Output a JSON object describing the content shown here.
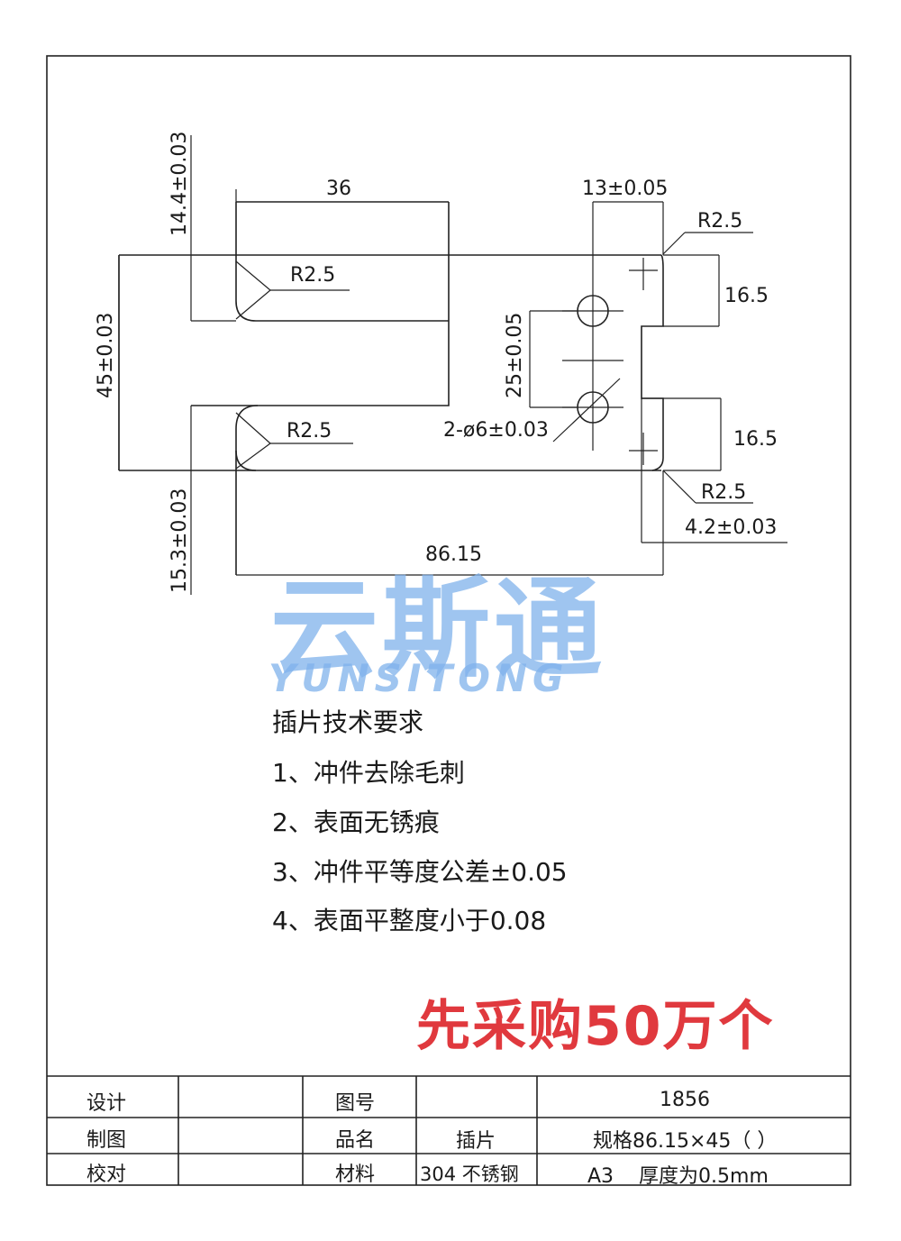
{
  "drawing": {
    "dimensions": {
      "d36": "36",
      "d14_4": "14.4±0.03",
      "d13": "13±0.05",
      "r_top_right": "R2.5",
      "r_top_slot": "R2.5",
      "r_bottom_slot": "R2.5",
      "r_bottom_right": "R2.5",
      "d16_5_top": "16.5",
      "d16_5_bottom": "16.5",
      "d45": "45±0.03",
      "d25": "25±0.05",
      "holes": "2-ø6±0.03",
      "d15_3": "15.3±0.03",
      "d4_2": "4.2±0.03",
      "d86_15": "86.15"
    }
  },
  "watermark": {
    "chinese": "云斯通",
    "english": "YUNSITONG"
  },
  "requirements": {
    "title": "插片技术要求",
    "items": [
      "1、冲件去除毛刺",
      "2、表面无锈痕",
      "3、冲件平等度公差±0.05",
      "4、表面平整度小于0.08"
    ]
  },
  "promo": "先采购50万个",
  "title_block": {
    "r1c1": "设计",
    "r1c3": "图号",
    "r1c5": "1856",
    "r2c1": "制图",
    "r2c3": "品名",
    "r2c4": "插片",
    "r2c5": "规格86.15×45（ ）",
    "r3c1": "校对",
    "r3c3": "材料",
    "r3c4": "304 不锈钢",
    "r3c5": "A3    厚度为0.5mm"
  }
}
